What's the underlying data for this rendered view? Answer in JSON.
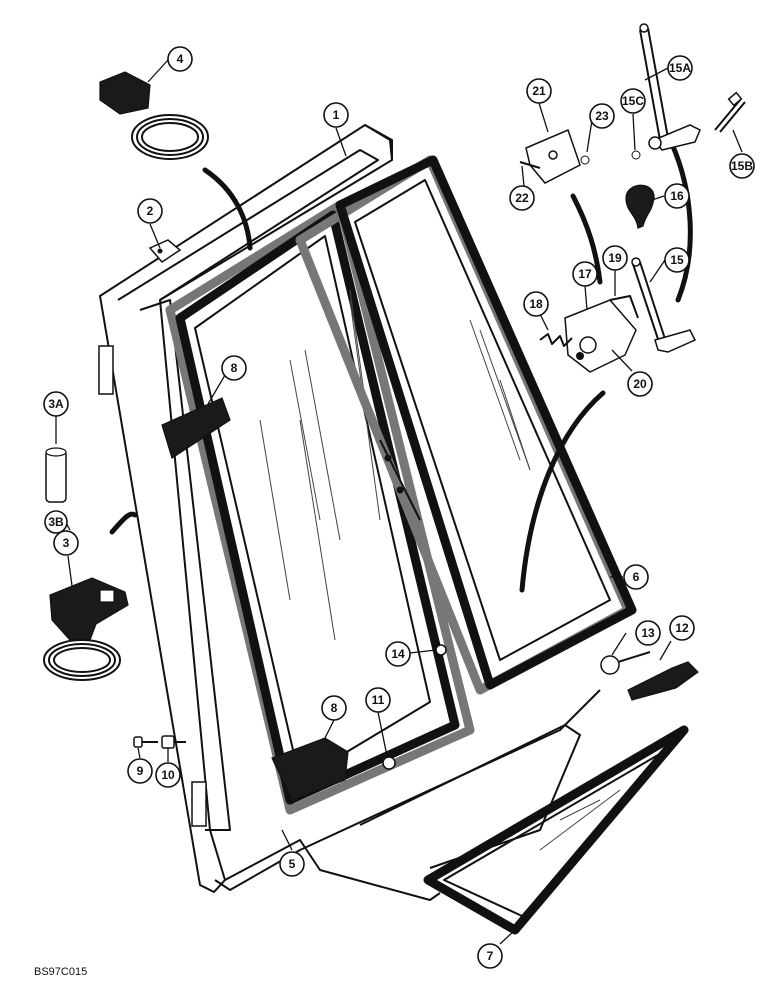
{
  "drawing_code": "BS97C015",
  "callouts": [
    {
      "id": "c1",
      "label": "1"
    },
    {
      "id": "c2",
      "label": "2"
    },
    {
      "id": "c3",
      "label": "3"
    },
    {
      "id": "c3a",
      "label": "3A"
    },
    {
      "id": "c3b",
      "label": "3B"
    },
    {
      "id": "c4",
      "label": "4"
    },
    {
      "id": "c5",
      "label": "5"
    },
    {
      "id": "c6",
      "label": "6"
    },
    {
      "id": "c7",
      "label": "7"
    },
    {
      "id": "c8a",
      "label": "8"
    },
    {
      "id": "c8b",
      "label": "8"
    },
    {
      "id": "c9",
      "label": "9"
    },
    {
      "id": "c10",
      "label": "10"
    },
    {
      "id": "c11",
      "label": "11"
    },
    {
      "id": "c12",
      "label": "12"
    },
    {
      "id": "c13",
      "label": "13"
    },
    {
      "id": "c14",
      "label": "14"
    },
    {
      "id": "c15",
      "label": "15"
    },
    {
      "id": "c15a",
      "label": "15A"
    },
    {
      "id": "c15b",
      "label": "15B"
    },
    {
      "id": "c15c",
      "label": "15C"
    },
    {
      "id": "c16",
      "label": "16"
    },
    {
      "id": "c17",
      "label": "17"
    },
    {
      "id": "c18",
      "label": "18"
    },
    {
      "id": "c19",
      "label": "19"
    },
    {
      "id": "c20",
      "label": "20"
    },
    {
      "id": "c21",
      "label": "21"
    },
    {
      "id": "c22",
      "label": "22"
    },
    {
      "id": "c23",
      "label": "23"
    }
  ]
}
